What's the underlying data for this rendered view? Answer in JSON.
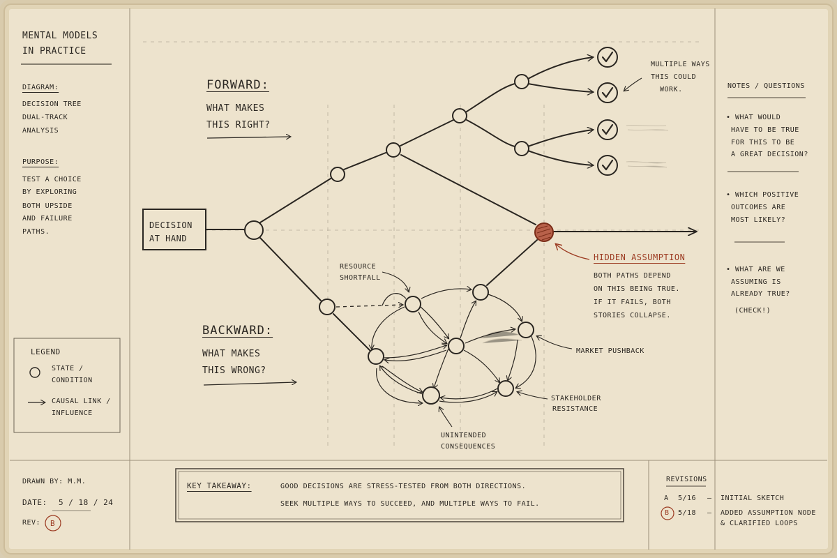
{
  "title": {
    "line1": "Mental Models",
    "line2": "in Practice"
  },
  "diagram": {
    "label": "Diagram:",
    "lines": [
      "Decision tree",
      "dual-track",
      "analysis"
    ]
  },
  "purpose": {
    "label": "Purpose:",
    "lines": [
      "Test a choice",
      "by exploring",
      "both upside",
      "and failure",
      "paths."
    ]
  },
  "legend": {
    "title": "Legend",
    "state": [
      "State /",
      "condition"
    ],
    "link": [
      "Causal link /",
      "influence"
    ]
  },
  "footer_left": {
    "drawn_by": "Drawn by: M.M.",
    "date_label": "Date:",
    "date": "5 / 18 / 24",
    "rev_label": "Rev:",
    "rev": "B"
  },
  "decision_box": [
    "Decision",
    "at hand"
  ],
  "forward": {
    "title": "Forward:",
    "lines": [
      "What makes",
      "this right?"
    ]
  },
  "backward": {
    "title": "Backward:",
    "lines": [
      "What makes",
      "this wrong?"
    ]
  },
  "multiple_ways": [
    "Multiple ways",
    "this could",
    "work."
  ],
  "hidden_assumption": {
    "title": "Hidden assumption",
    "lines": [
      "Both paths depend",
      "on this being true.",
      "If it fails, both",
      "stories collapse."
    ]
  },
  "loop_labels": {
    "resource": [
      "Resource",
      "shortfall"
    ],
    "market": "Market pushback",
    "stakeholder": [
      "Stakeholder",
      "resistance"
    ],
    "unintended": [
      "Unintended",
      "consequences"
    ]
  },
  "notes": {
    "title": "Notes / Questions",
    "q1": [
      "• What would",
      "have to be true",
      "for this to be",
      "a great decision?"
    ],
    "q2": [
      "• Which positive",
      "outcomes are",
      "most likely?"
    ],
    "q3": [
      "• What are we",
      "assuming is",
      "already true?"
    ],
    "check": "(Check!)"
  },
  "takeaway": {
    "label": "Key takeaway:",
    "line1": "Good decisions are stress-tested from both directions.",
    "line2": "Seek multiple ways to succeed, and multiple ways to fail."
  },
  "revisions": {
    "title": "Revisions",
    "a": {
      "id": "A",
      "date": "5/16",
      "dash": "–",
      "note": "Initial sketch"
    },
    "b": {
      "id": "B",
      "date": "5/18",
      "dash": "–",
      "note": [
        "Added assumption node",
        "& clarified loops"
      ]
    }
  },
  "colors": {
    "paper": "#ede3cd",
    "ink": "#2a2621",
    "accent": "#9c3b22",
    "assumption_fill": "#b8614a"
  }
}
